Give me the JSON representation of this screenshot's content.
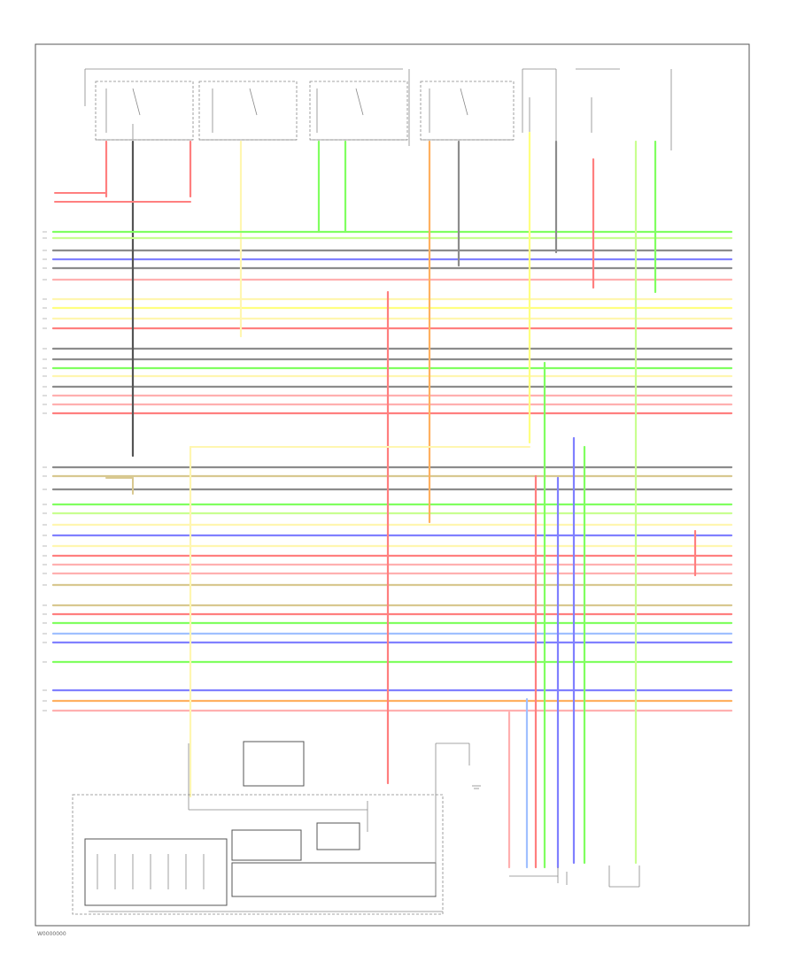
{
  "footer_code": "W0000000",
  "colors": {
    "red": "#ff7f7f",
    "pink": "#ffb0b0",
    "yellow": "#ffff80",
    "lightyellow": "#fff6b0",
    "green": "#80ff60",
    "lightgreen": "#c8ff90",
    "blue": "#8080ff",
    "lightblue": "#a0c0ff",
    "gray": "#8c8c8c",
    "tan": "#d8c890",
    "orange": "#ffb060",
    "black": "#555555"
  },
  "wires": [
    {
      "color": "green"
    },
    {
      "color": "lightgreen"
    },
    {
      "color": "gray"
    },
    {
      "color": "blue"
    },
    {
      "color": "gray"
    },
    {
      "color": "pink"
    },
    {
      "color": "lightyellow"
    },
    {
      "color": "yellow"
    },
    {
      "color": "lightyellow"
    },
    {
      "color": "red"
    },
    {
      "color": "gray"
    },
    {
      "color": "gray"
    },
    {
      "color": "green"
    },
    {
      "color": "lightyellow"
    },
    {
      "color": "gray"
    },
    {
      "color": "pink"
    },
    {
      "color": "pink"
    },
    {
      "color": "red"
    },
    {
      "color": "gray"
    },
    {
      "color": "tan"
    },
    {
      "color": "gray"
    },
    {
      "color": "green"
    },
    {
      "color": "lightgreen"
    },
    {
      "color": "lightyellow"
    },
    {
      "color": "blue"
    },
    {
      "color": "lightyellow"
    },
    {
      "color": "red"
    },
    {
      "color": "pink"
    },
    {
      "color": "pink"
    },
    {
      "color": "tan"
    },
    {
      "color": "tan"
    },
    {
      "color": "red"
    },
    {
      "color": "green"
    },
    {
      "color": "lightblue"
    },
    {
      "color": "blue"
    },
    {
      "color": "green"
    },
    {
      "color": "blue"
    },
    {
      "color": "orange"
    },
    {
      "color": "pink"
    }
  ]
}
